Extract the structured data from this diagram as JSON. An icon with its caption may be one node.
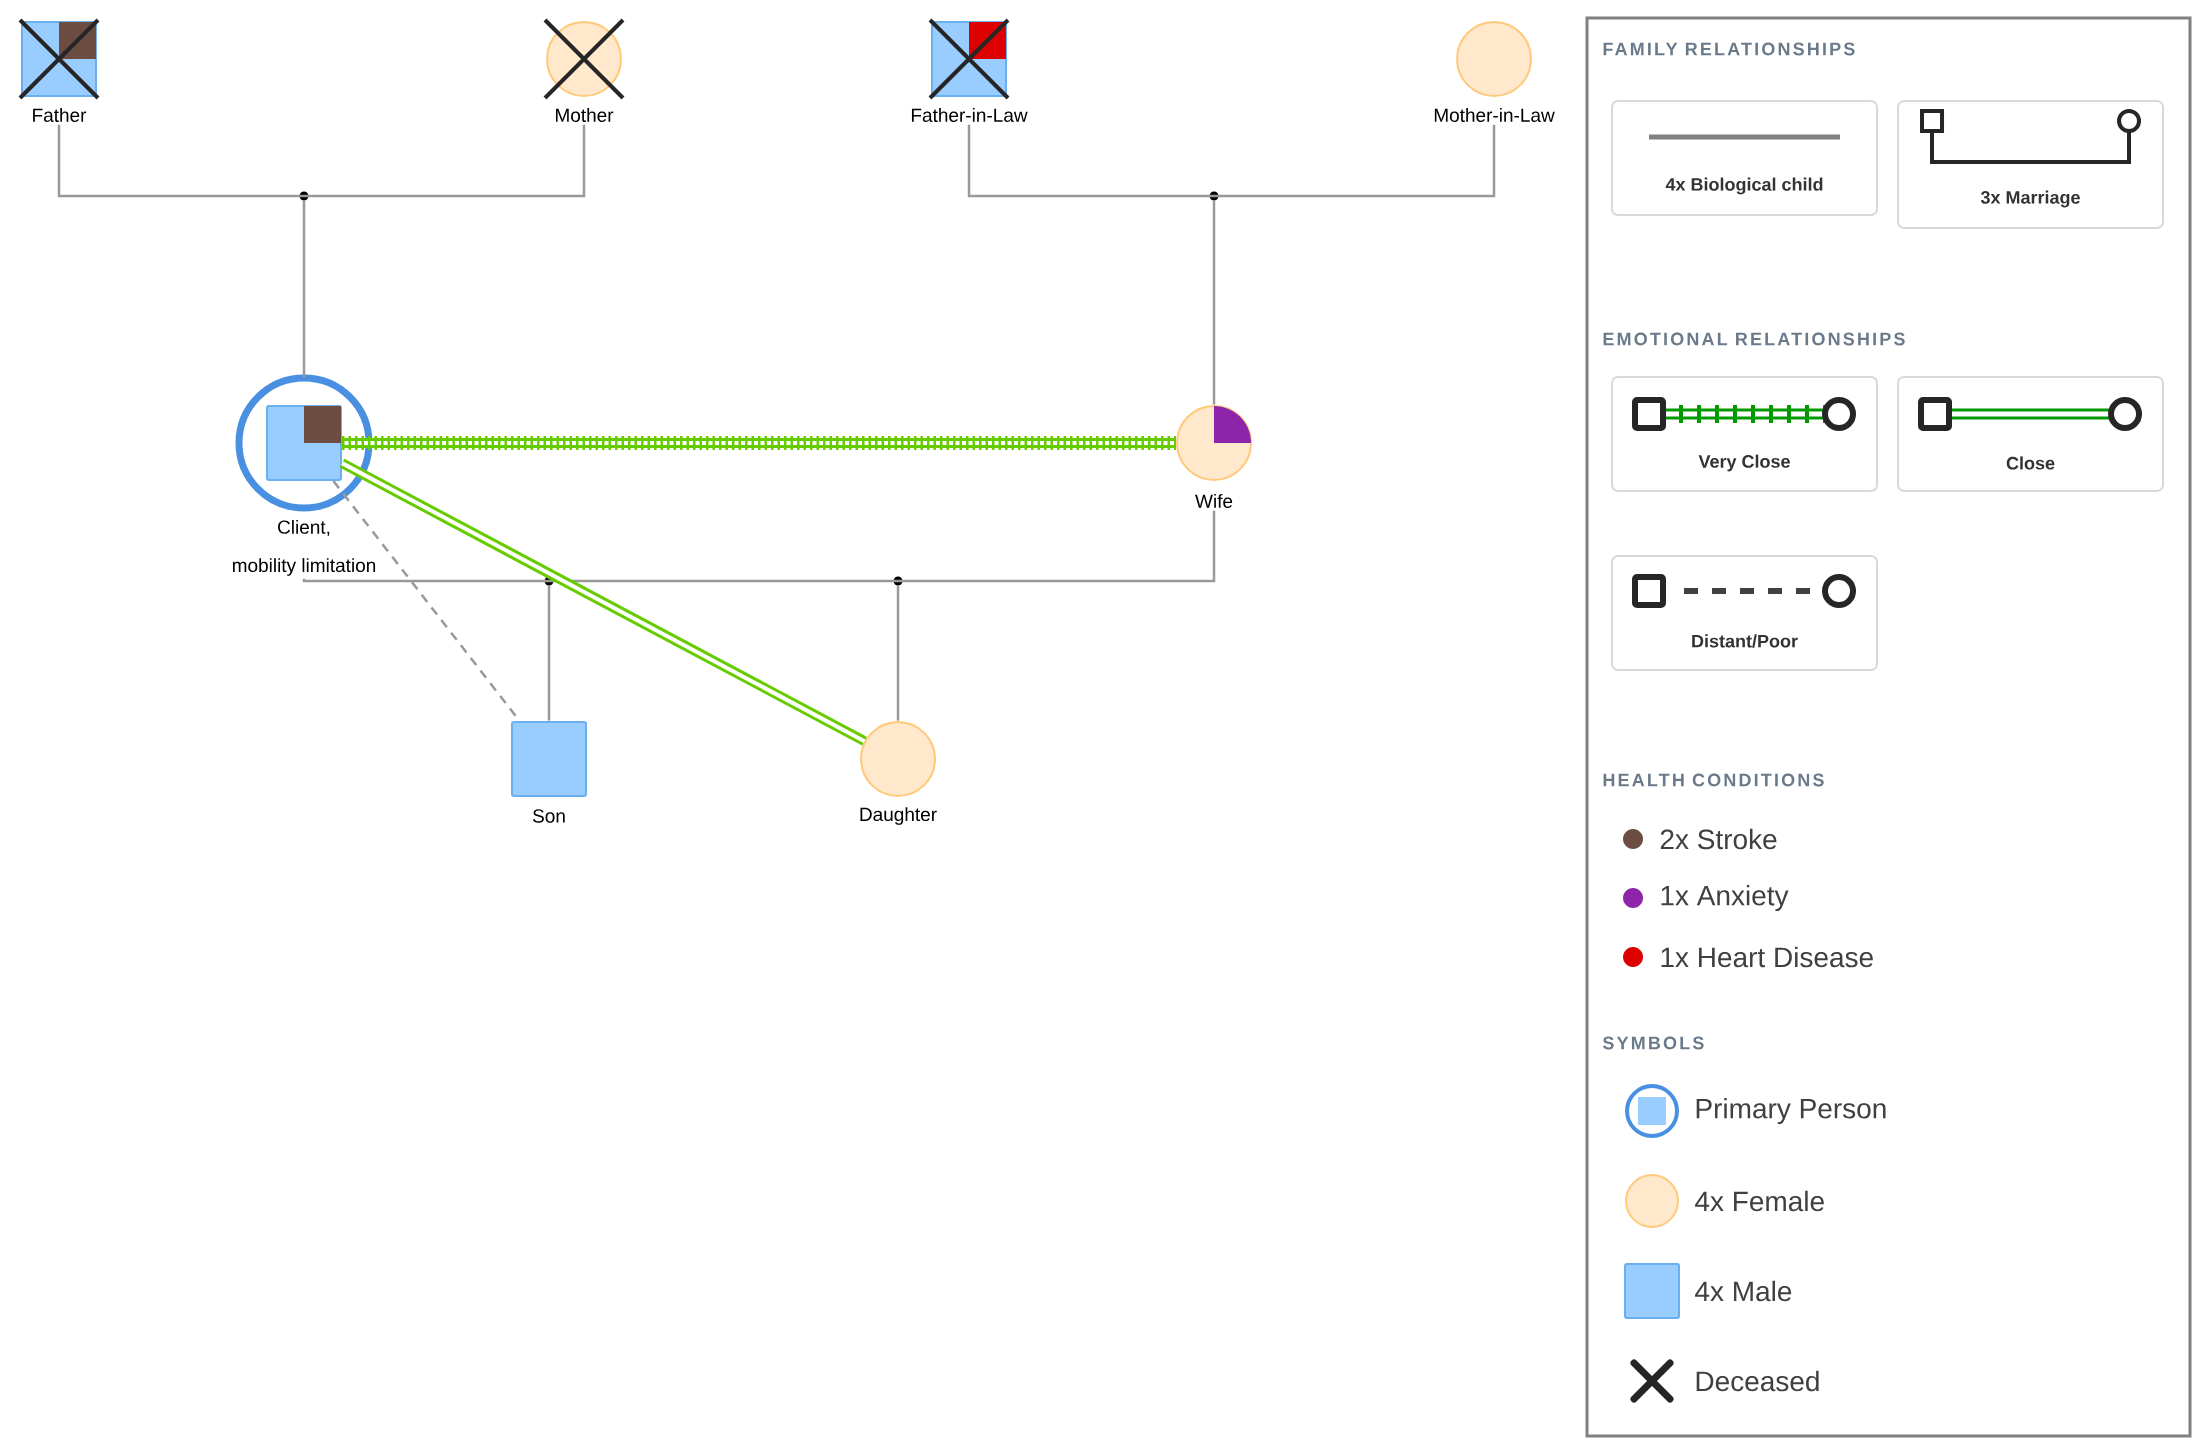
{
  "diagram": {
    "nodes": [
      {
        "text": [
          "Father"
        ]
      },
      {
        "text": [
          "Mother"
        ]
      },
      {
        "text": [
          "Father-in-Law"
        ]
      },
      {
        "text": [
          "Mother-in-Law"
        ]
      },
      {
        "text": [],
        "shape": "circle"
      },
      {
        "text": [],
        "shape": "circle"
      },
      {
        "text": [
          "Client,",
          "mobility limitation"
        ]
      },
      {
        "text": [
          "Wife"
        ]
      },
      {
        "text": [],
        "shape": "circle"
      },
      {
        "text": [],
        "shape": "circle"
      },
      {
        "text": [
          "Son"
        ]
      },
      {
        "text": [
          "Daughter"
        ]
      }
    ],
    "edges": [
      {
        "from": 0,
        "to": 1,
        "arrow": "none"
      },
      {
        "from": 4,
        "to": 6,
        "arrow": "none"
      },
      {
        "from": 2,
        "to": 3,
        "arrow": "none"
      },
      {
        "from": 5,
        "to": 7,
        "arrow": "none"
      },
      {
        "from": 6,
        "to": 7,
        "arrow": "none"
      },
      {
        "from": 8,
        "to": 10,
        "arrow": "none"
      },
      {
        "from": 9,
        "to": 11,
        "arrow": "none"
      },
      {
        "from": 6,
        "to": 7,
        "arrow": "none",
        "style": "thick",
        "color": "#66cc00"
      },
      {
        "from": 6,
        "to": 11,
        "arrow": "none",
        "style": "thick",
        "color": "#66cc00"
      },
      {
        "from": 6,
        "to": 10,
        "arrow": "none",
        "style": "dashed"
      }
    ],
    "labels": [
      "FAMILY RELATIONSHIPS",
      "EMOTIONAL RELATIONSHIPS",
      "HEALTH CONDITIONS",
      "SYMBOLS"
    ],
    "legend": [
      {
        "text": "4x Biological child"
      },
      {
        "text": "3x Marriage"
      },
      {
        "text": "Very Close"
      },
      {
        "text": "Close"
      },
      {
        "text": "Distant/Poor"
      },
      {
        "text": "2x Stroke",
        "color": "#6d4c41"
      },
      {
        "text": "1x Anxiety",
        "color": "#8e24aa"
      },
      {
        "text": "1x Heart Disease",
        "color": "#dd0000"
      },
      {
        "text": "Primary Person"
      },
      {
        "text": "4x Female",
        "color": "#ffe8cc"
      },
      {
        "text": "4x Male",
        "color": "#99ccff"
      },
      {
        "text": "Deceased"
      }
    ]
  }
}
